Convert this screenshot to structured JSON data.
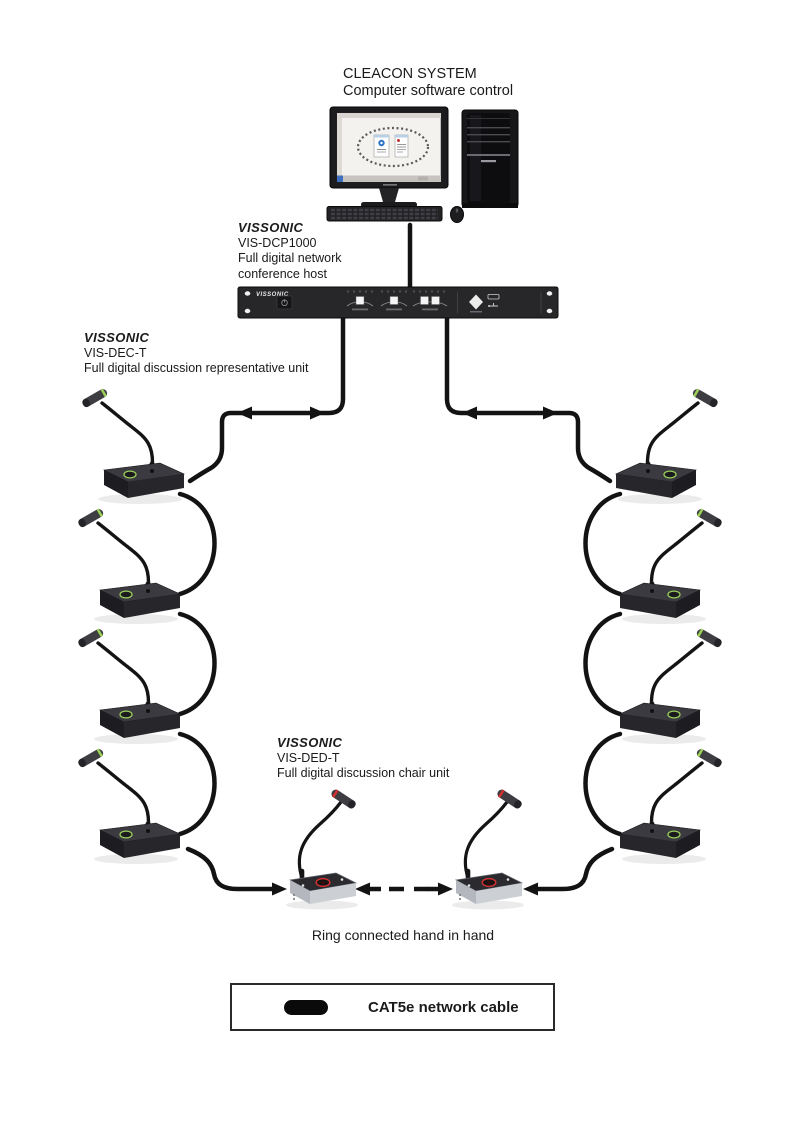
{
  "title": {
    "line1": "CLEACON SYSTEM",
    "line2": "Computer software control"
  },
  "host_label": {
    "brand": "VISSONIC",
    "model": "VIS-DCP1000",
    "line1": "Full digital network",
    "line2": "conference host"
  },
  "rep_label": {
    "brand": "VISSONIC",
    "model": "VIS-DEC-T",
    "desc": "Full digital discussion representative unit"
  },
  "chair_label": {
    "brand": "VISSONIC",
    "model": "VIS-DED-T",
    "desc": "Full digital discussion chair unit"
  },
  "ring_caption": "Ring connected hand in hand",
  "legend": {
    "label": "CAT5e network cable",
    "symbol": "cat5e-cable-pill"
  },
  "rack": {
    "brand": "VISSONIC"
  },
  "diagram": {
    "left_representative_units": 4,
    "right_representative_units": 4,
    "chair_units": 2
  },
  "colors": {
    "cable": "#131313",
    "mic_led_green": "#9acd5a",
    "chair_led_red": "#cf3030",
    "rack_body": "#27272a",
    "legend_border": "#2a2a2a"
  }
}
